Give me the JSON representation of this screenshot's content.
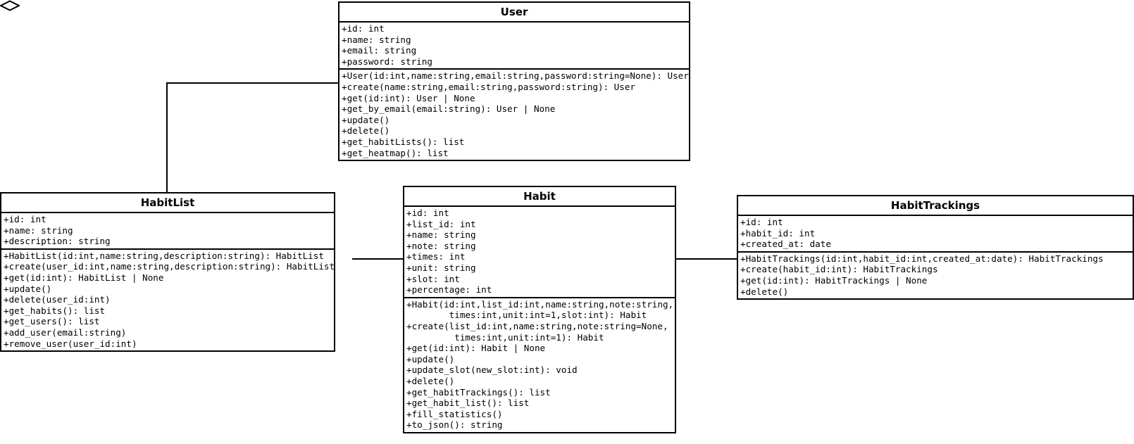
{
  "diagram": {
    "kind": "uml-class-diagram",
    "background_color": "#ffffff",
    "line_color": "#000000",
    "text_color": "#000000"
  },
  "classes": {
    "user": {
      "name": "User",
      "attributes": [
        "+id: int",
        "+name: string",
        "+email: string",
        "+password: string"
      ],
      "methods": [
        "+User(id:int,name:string,email:string,password:string=None): User",
        "+create(name:string,email:string,password:string): User",
        "+get(id:int): User | None",
        "+get_by_email(email:string): User | None",
        "+update()",
        "+delete()",
        "+get_habitLists(): list",
        "+get_heatmap(): list"
      ]
    },
    "habitlist": {
      "name": "HabitList",
      "attributes": [
        "+id: int",
        "+name: string",
        "+description: string"
      ],
      "methods": [
        "+HabitList(id:int,name:string,description:string): HabitList",
        "+create(user_id:int,name:string,description:string): HabitList",
        "+get(id:int): HabitList | None",
        "+update()",
        "+delete(user_id:int)",
        "+get_habits(): list",
        "+get_users(): list",
        "+add_user(email:string)",
        "+remove_user(user_id:int)"
      ]
    },
    "habit": {
      "name": "Habit",
      "attributes": [
        "+id: int",
        "+list_id: int",
        "+name: string",
        "+note: string",
        "+times: int",
        "+unit: string",
        "+slot: int",
        "+percentage: int"
      ],
      "methods": [
        "+Habit(id:int,list_id:int,name:string,note:string,",
        "        times:int,unit:int=1,slot:int): Habit",
        "+create(list_id:int,name:string,note:string=None,",
        "         times:int,unit:int=1): Habit",
        "+get(id:int): Habit | None",
        "+update()",
        "+update_slot(new_slot:int): void",
        "+delete()",
        "+get_habitTrackings(): list",
        "+get_habit_list(): list",
        "+fill_statistics()",
        "+to_json(): string"
      ]
    },
    "trackings": {
      "name": "HabitTrackings",
      "attributes": [
        "+id: int",
        "+habit_id: int",
        "+created_at: date"
      ],
      "methods": [
        "+HabitTrackings(id:int,habit_id:int,created_at:date): HabitTrackings",
        "+create(habit_id:int): HabitTrackings",
        "+get(id:int): HabitTrackings | None",
        "+delete()"
      ]
    }
  },
  "relationships": [
    {
      "id": "user-habitlist",
      "from": "User",
      "to": "HabitList",
      "type": "association",
      "style": "orthogonal"
    },
    {
      "id": "habitlist-habit",
      "from": "HabitList",
      "to": "Habit",
      "type": "aggregation",
      "marker": "hollow-diamond",
      "marker_end": "HabitList"
    },
    {
      "id": "habit-trackings",
      "from": "Habit",
      "to": "HabitTrackings",
      "type": "association",
      "style": "straight"
    }
  ]
}
